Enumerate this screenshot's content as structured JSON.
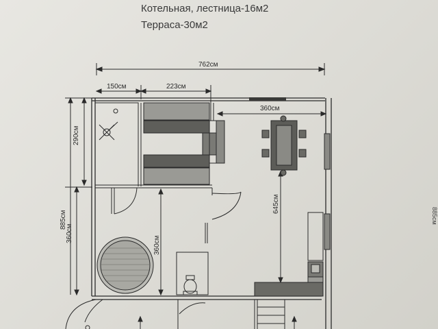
{
  "header": {
    "line1": "Котельная, лестница-16м2",
    "line2": "Терраса-30м2"
  },
  "dimensions": {
    "overall_width": "762см",
    "left_room_width": "150см",
    "middle_width": "223см",
    "right_width": "360см",
    "top_room_height": "290см",
    "total_height": "885см",
    "left_lower_height": "360см",
    "bathroom_height": "360см",
    "kitchen_length": "645см",
    "right_edge_cut": "885см"
  },
  "colors": {
    "line": "#2a2a2a",
    "wall_fill": "#8a8a85",
    "dark_fill": "#5c5c58"
  }
}
